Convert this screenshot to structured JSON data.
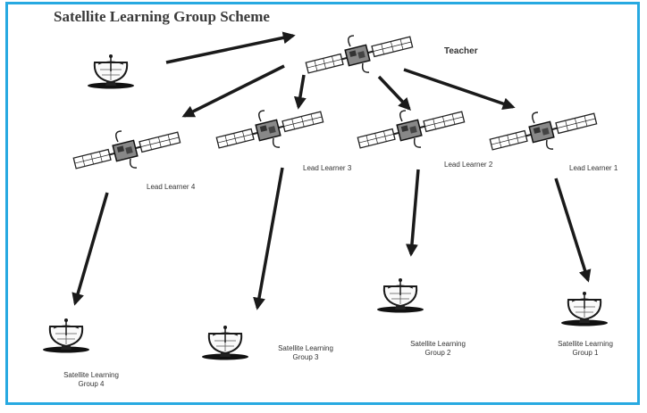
{
  "title": "Satellite Learning Group Scheme",
  "labels": {
    "teacher": "Teacher",
    "lead_learner_4": "Lead Learner 4",
    "lead_learner_3": "Lead Learner 3",
    "lead_learner_2": "Lead Learner 2",
    "lead_learner_1": "Lead Learner 1",
    "group_4": [
      "Satellite Learning",
      "Group 4"
    ],
    "group_3": [
      "Satellite Learning",
      "Group 3"
    ],
    "group_2": [
      "Satellite Learning",
      "Group 2"
    ],
    "group_1": [
      "Satellite Learning",
      "Group 1"
    ]
  },
  "colors": {
    "frame": "#27a9e1",
    "ink": "#1a1a1a",
    "ground": "#111111"
  },
  "icons": [
    "satellite-dish-icon",
    "satellite-icon"
  ]
}
